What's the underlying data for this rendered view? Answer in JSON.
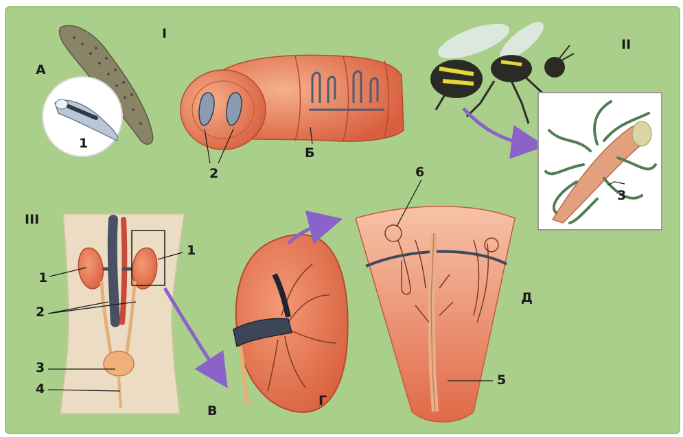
{
  "colors": {
    "background": "#a9cf8a",
    "tissue": "#e97a55",
    "tissue_light": "#f3b89a",
    "vessel_blue": "#3d4f66",
    "arrow_purple": "#8a62c9",
    "inset_fill": "#ffffff",
    "body_skin": "#ecdcc3"
  },
  "sections": {
    "I": "I",
    "II": "II",
    "III": "III"
  },
  "panel_letters": {
    "A": "А",
    "B": "Б",
    "V": "В",
    "G": "Г",
    "D": "Д"
  },
  "numbers": {
    "n1_flatworm": "1",
    "n2_annelid": "2",
    "n3_insect": "3",
    "n1_left_kidney": "1",
    "n1_right_kidney": "1",
    "n2_ureters": "2",
    "n3_bladder": "3",
    "n4_urethra": "4",
    "n5_collecting_duct": "5",
    "n6_nephron": "6"
  },
  "icons": {
    "flatworm": "flatworm-icon",
    "earthworm": "earthworm-segment-icon",
    "wasp": "wasp-icon",
    "human": "human-torso-icon",
    "kidney": "kidney-icon",
    "pyramid": "renal-pyramid-icon"
  }
}
